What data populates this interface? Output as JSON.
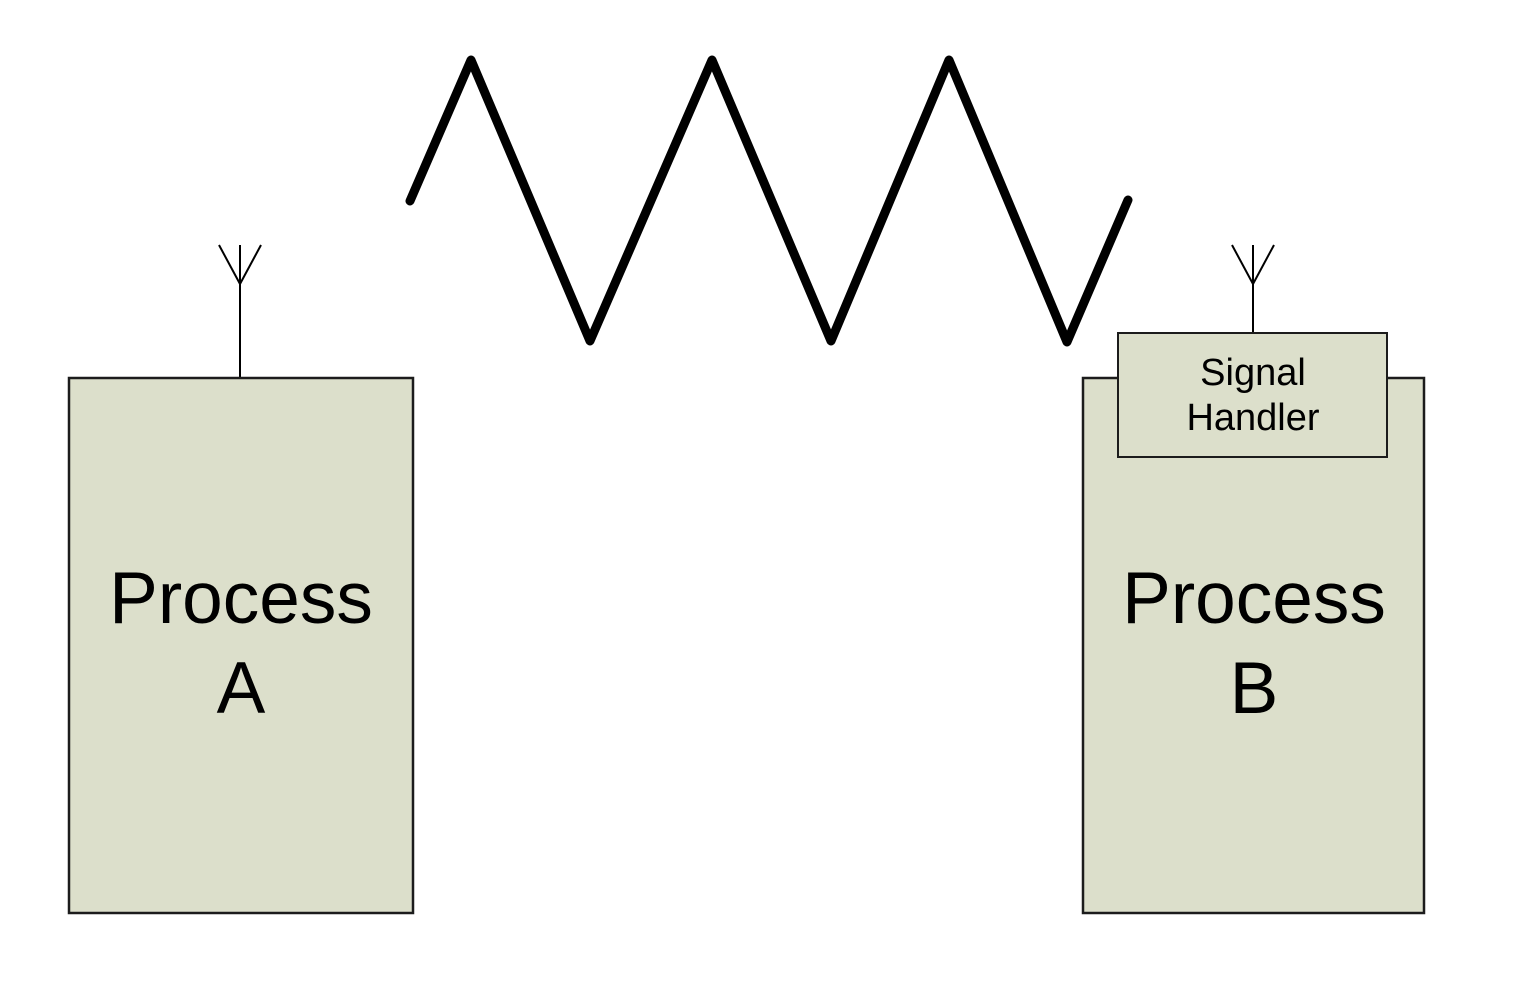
{
  "diagram": {
    "colors": {
      "background": "#ffffff",
      "box_fill": "#dcdfcb",
      "box_border": "#1c1c1c",
      "signal_line": "#000000"
    },
    "process_a": {
      "lines": [
        "Process",
        "A"
      ]
    },
    "process_b": {
      "lines": [
        "Process",
        "B"
      ]
    },
    "signal_handler": {
      "lines": [
        "Signal",
        "Handler"
      ]
    },
    "icons": {
      "antenna_a": "antenna-icon",
      "antenna_b": "antenna-icon",
      "signal_wave": "zigzag-signal-icon"
    }
  }
}
